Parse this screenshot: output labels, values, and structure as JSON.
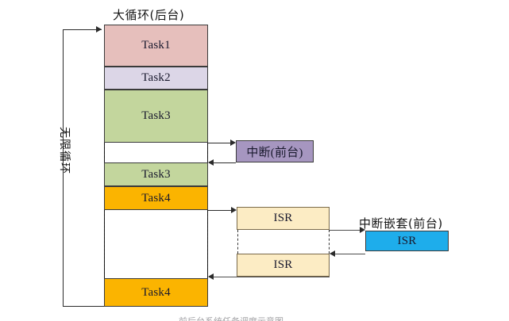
{
  "diagram": {
    "title_main": "大循环(后台)",
    "label_loop": "无限循环",
    "label_interrupt": "中断(前台)",
    "label_nested": "中断嵌套(前台)",
    "caption_bottom": "前后台系统任务调度示意图"
  },
  "colors": {
    "task1": "#e6bfbc",
    "task2": "#dcd6e7",
    "task3": "#c3d69d",
    "task4": "#fbb400",
    "interrupt": "#a696c0",
    "isr": "#fcecc4",
    "isr_nested": "#1eadeb",
    "stroke": "#2b2b2b"
  },
  "main_column": {
    "blocks": [
      {
        "label": "Task1",
        "style": "task1"
      },
      {
        "label": "Task2",
        "style": "task2"
      },
      {
        "label": "Task3",
        "style": "task3"
      },
      {
        "label": "Task3",
        "style": "task3"
      },
      {
        "label": "Task4",
        "style": "task4"
      },
      {
        "label": "Task4",
        "style": "task4"
      }
    ]
  },
  "interrupt_column": {
    "label": "中断(前台)"
  },
  "isr_column": {
    "blocks": [
      {
        "label": "ISR"
      },
      {
        "label": "ISR"
      }
    ]
  },
  "nested_column": {
    "title": "中断嵌套(前台)",
    "block": {
      "label": "ISR"
    }
  }
}
